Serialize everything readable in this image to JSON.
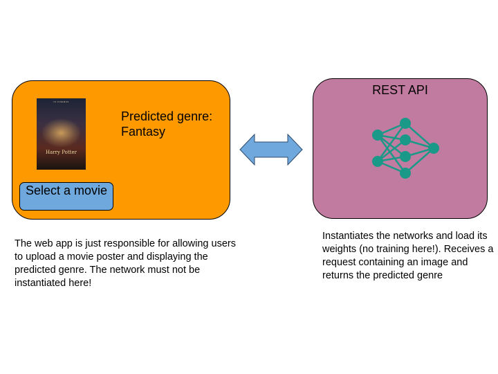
{
  "web_app": {
    "predicted_label": "Predicted genre:",
    "predicted_value": "Fantasy",
    "select_button_label": "Select a movie",
    "poster": {
      "top_text": "IN CINEMAS",
      "title": "Harry Potter"
    },
    "background_color": "#ff9900",
    "button_color": "#6fa8dc"
  },
  "api": {
    "title": "REST API",
    "background_color": "#c27ba0",
    "network_node_color": "#1a9988"
  },
  "connector": {
    "type": "double-arrow",
    "color": "#6fa8dc"
  },
  "descriptions": {
    "web_app": "The web app is just responsible for allowing users to upload a movie poster and displaying the predicted genre. The network must not be instantiated here!",
    "api": "Instantiates the networks and load its weights (no training here!). Receives a request containing an image and returns the predicted genre"
  }
}
